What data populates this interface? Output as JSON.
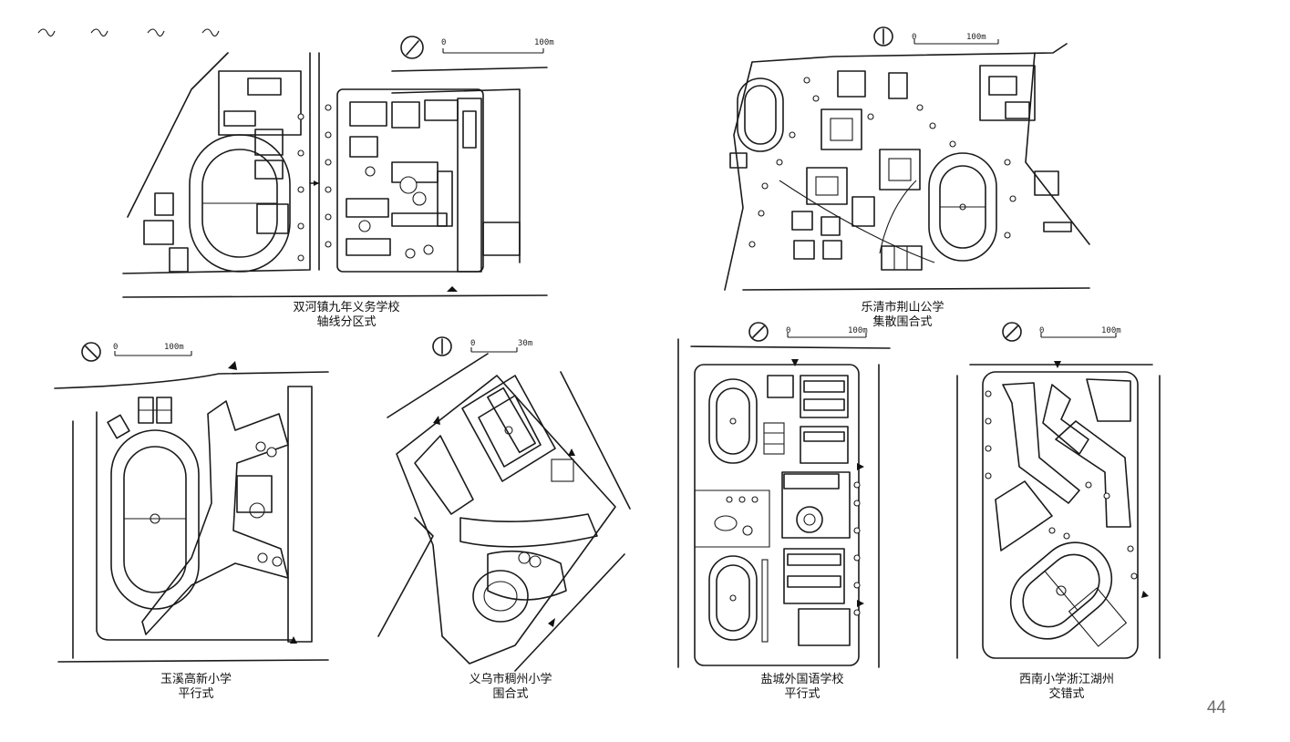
{
  "plans": [
    {
      "id": "shuanghe",
      "name": "双河镇九年义务学校",
      "type": "轴线分区式",
      "scale": {
        "zero": "0",
        "length": "100m"
      }
    },
    {
      "id": "leqing",
      "name": "乐清市荆山公学",
      "type": "集散围合式",
      "scale": {
        "zero": "0",
        "length": "100m"
      }
    },
    {
      "id": "yuxi",
      "name": "玉溪高新小学",
      "type": "平行式",
      "scale": {
        "zero": "0",
        "length": "100m"
      }
    },
    {
      "id": "yiwu",
      "name": "义乌市稠州小学",
      "type": "围合式",
      "scale": {
        "zero": "0",
        "length": "30m"
      }
    },
    {
      "id": "yancheng",
      "name": "盐城外国语学校",
      "type": "平行式",
      "scale": {
        "zero": "0",
        "length": "100m"
      }
    },
    {
      "id": "xinan",
      "name": "西南小学浙江湖州",
      "type": "交错式",
      "scale": {
        "zero": "0",
        "length": "100m"
      }
    }
  ],
  "page_number": "44"
}
